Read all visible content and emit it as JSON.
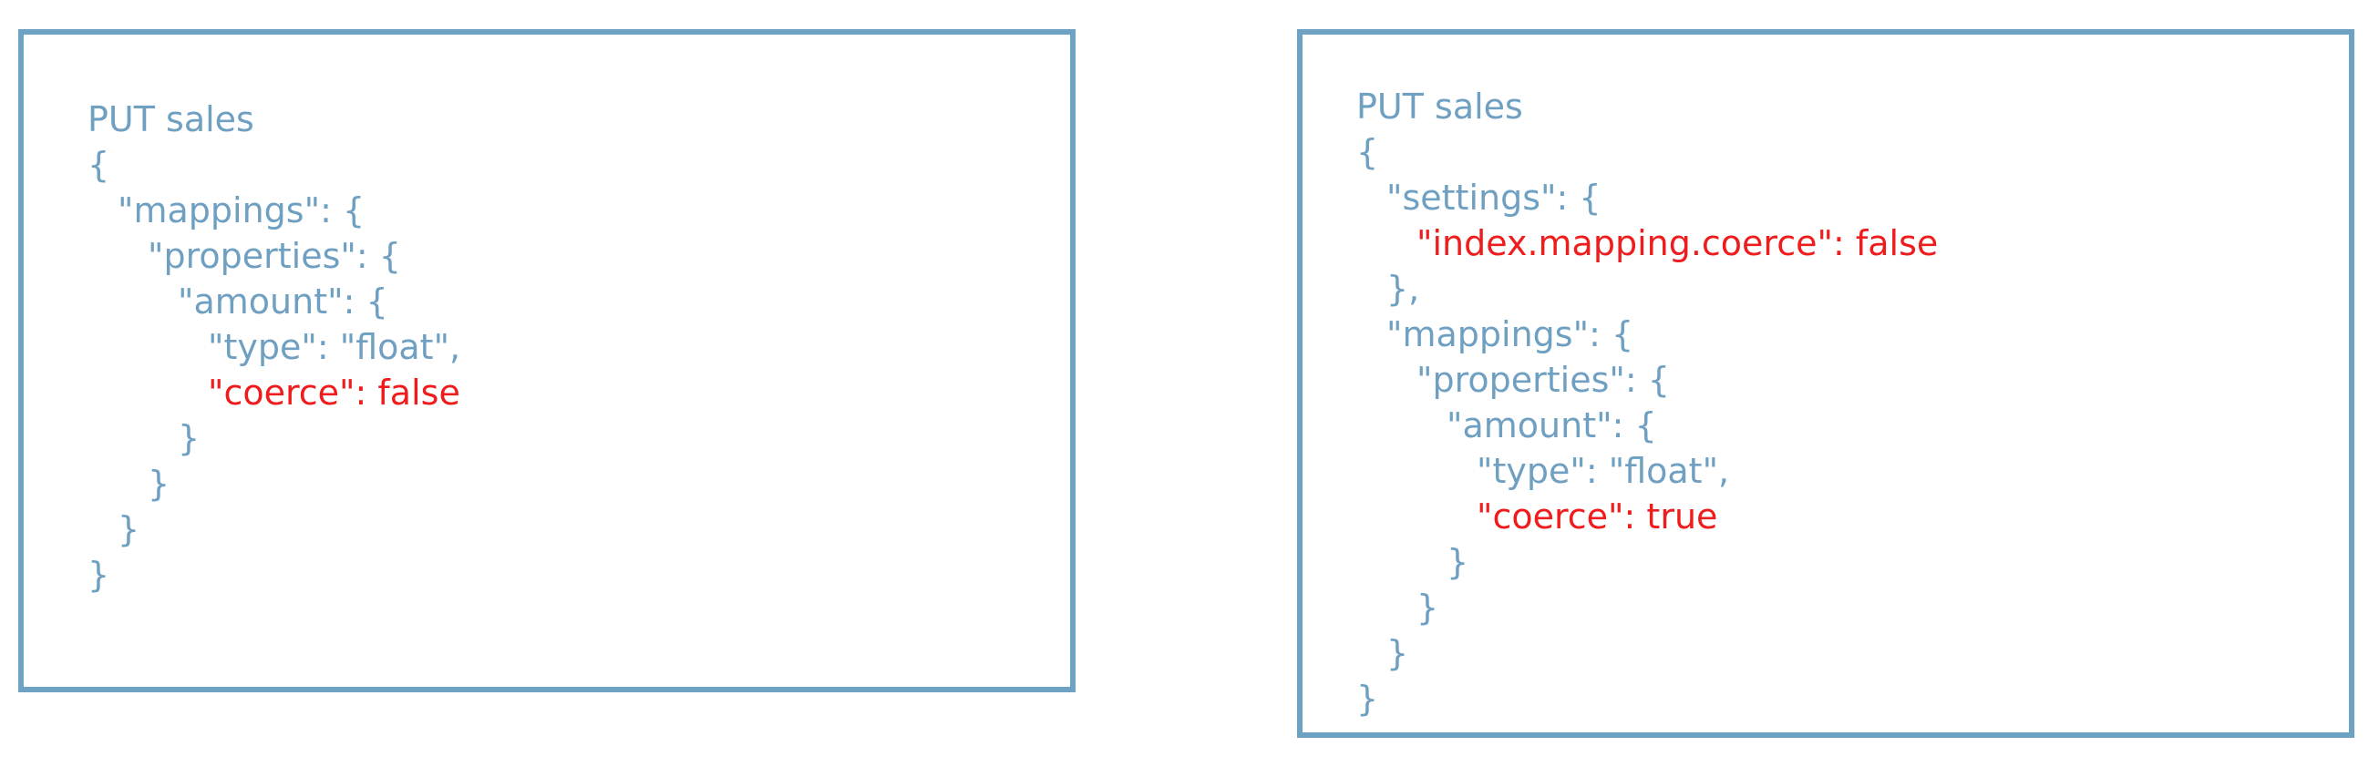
{
  "colors": {
    "border": "#6ea2c3",
    "code_text": "#6fa0c2",
    "highlight_text": "#ee1c1c",
    "background": "#ffffff"
  },
  "panels": [
    {
      "lines": [
        {
          "text": "PUT sales",
          "indent": 0,
          "highlight": false
        },
        {
          "text": "{",
          "indent": 0,
          "highlight": false
        },
        {
          "text": "\"mappings\": {",
          "indent": 1,
          "highlight": false
        },
        {
          "text": "\"properties\": {",
          "indent": 2,
          "highlight": false
        },
        {
          "text": "\"amount\": {",
          "indent": 3,
          "highlight": false
        },
        {
          "text": "\"type\": \"float\",",
          "indent": 4,
          "highlight": false
        },
        {
          "text": "\"coerce\": false",
          "indent": 4,
          "highlight": true
        },
        {
          "text": "}",
          "indent": 3,
          "highlight": false
        },
        {
          "text": "}",
          "indent": 2,
          "highlight": false
        },
        {
          "text": "}",
          "indent": 1,
          "highlight": false
        },
        {
          "text": "}",
          "indent": 0,
          "highlight": false
        }
      ]
    },
    {
      "lines": [
        {
          "text": "PUT sales",
          "indent": 0,
          "highlight": false
        },
        {
          "text": "{",
          "indent": 0,
          "highlight": false
        },
        {
          "text": "\"settings\": {",
          "indent": 1,
          "highlight": false
        },
        {
          "text": "\"index.mapping.coerce\": false",
          "indent": 2,
          "highlight": true
        },
        {
          "text": "},",
          "indent": 1,
          "highlight": false
        },
        {
          "text": "\"mappings\": {",
          "indent": 1,
          "highlight": false
        },
        {
          "text": "\"properties\": {",
          "indent": 2,
          "highlight": false
        },
        {
          "text": "\"amount\": {",
          "indent": 3,
          "highlight": false
        },
        {
          "text": "\"type\": \"float\",",
          "indent": 4,
          "highlight": false
        },
        {
          "text": "\"coerce\": true",
          "indent": 4,
          "highlight": true
        },
        {
          "text": "}",
          "indent": 3,
          "highlight": false
        },
        {
          "text": "}",
          "indent": 2,
          "highlight": false
        },
        {
          "text": "}",
          "indent": 1,
          "highlight": false
        },
        {
          "text": "}",
          "indent": 0,
          "highlight": false
        }
      ]
    }
  ]
}
